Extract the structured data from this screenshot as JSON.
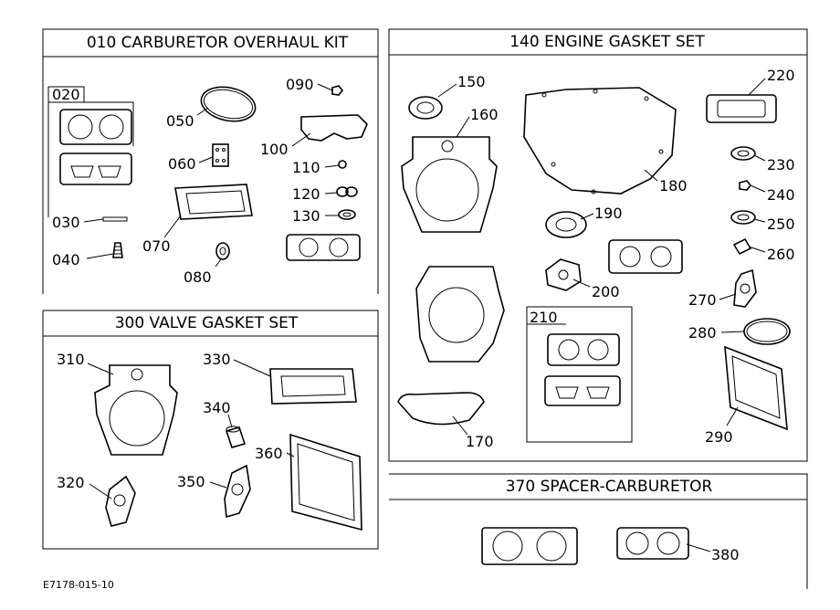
{
  "sections": {
    "carb_kit": "010 CARBURETOR OVERHAUL KIT",
    "engine_gasket": "140 ENGINE GASKET SET",
    "valve_gasket": "300 VALVE GASKET SET",
    "spacer": "370 SPACER-CARBURETOR"
  },
  "callouts": {
    "p020": "020",
    "p030": "030",
    "p040": "040",
    "p050": "050",
    "p060": "060",
    "p070": "070",
    "p080": "080",
    "p090": "090",
    "p100": "100",
    "p110": "110",
    "p120": "120",
    "p130": "130",
    "p150": "150",
    "p160": "160",
    "p170": "170",
    "p180": "180",
    "p190": "190",
    "p200": "200",
    "p210": "210",
    "p220": "220",
    "p230": "230",
    "p240": "240",
    "p250": "250",
    "p260": "260",
    "p270": "270",
    "p280": "280",
    "p290": "290",
    "p310": "310",
    "p320": "320",
    "p330": "330",
    "p340": "340",
    "p350": "350",
    "p360": "360",
    "p380": "380"
  },
  "figure_code": "E7178-015-10"
}
